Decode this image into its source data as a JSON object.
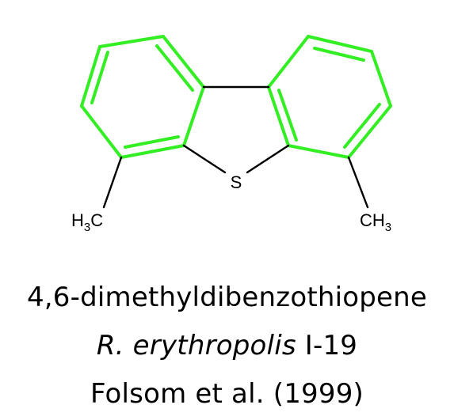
{
  "molecule": {
    "atoms": {
      "sulfur": "S",
      "left_methyl": {
        "main": "H",
        "sub": "3",
        "tail": "C"
      },
      "right_methyl": {
        "main": "CH",
        "sub": "3"
      }
    },
    "colors": {
      "aromatic_bonds": "#33ee22",
      "single_bonds": "#000000",
      "text": "#000000"
    }
  },
  "caption": {
    "compound_name": "4,6-dimethyldibenzothiopene",
    "organism_name": "R. erythropolis",
    "strain": "I-19",
    "reference": "Folsom et al. (1999)"
  }
}
